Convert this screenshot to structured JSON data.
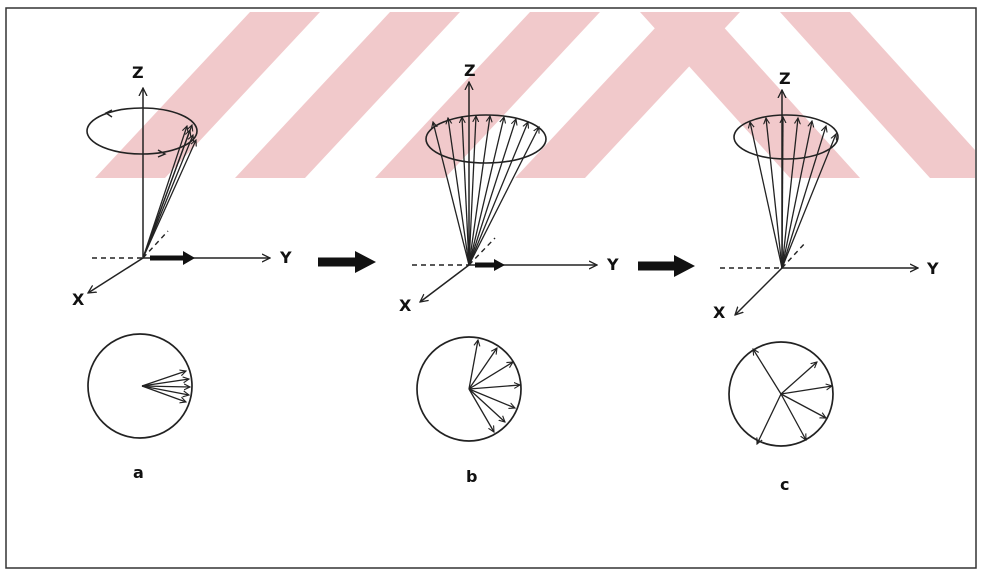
{
  "panels": [
    {
      "id": "a",
      "caption": "a",
      "axis_labels": {
        "z": "Z",
        "y": "Y",
        "x": "X"
      }
    },
    {
      "id": "b",
      "caption": "b",
      "axis_labels": {
        "z": "Z",
        "y": "Y",
        "x": "X"
      }
    },
    {
      "id": "c",
      "caption": "c",
      "axis_labels": {
        "z": "Z",
        "y": "Y",
        "x": "X"
      }
    }
  ],
  "watermark_color": "#f1c9cb"
}
